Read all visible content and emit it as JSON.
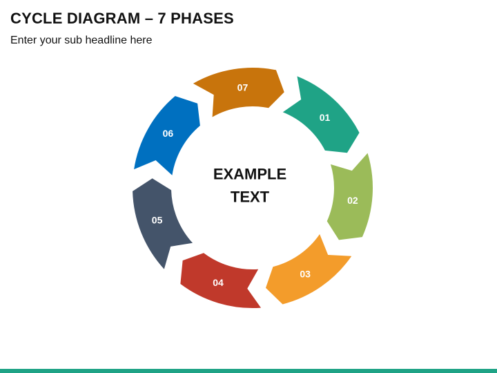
{
  "slide": {
    "title": "CYCLE DIAGRAM – 7 PHASES",
    "subtitle": "Enter your sub headline here"
  },
  "diagram": {
    "center_text_line1": "EXAMPLE",
    "center_text_line2": "TEXT",
    "phases": [
      {
        "label": "01",
        "color": "#1FA386"
      },
      {
        "label": "02",
        "color": "#9BBB59"
      },
      {
        "label": "03",
        "color": "#F39C2B"
      },
      {
        "label": "04",
        "color": "#C0392B"
      },
      {
        "label": "05",
        "color": "#44546A"
      },
      {
        "label": "06",
        "color": "#0070C0"
      },
      {
        "label": "07",
        "color": "#C8740C"
      }
    ]
  },
  "footer": {
    "bar_color": "#1FA386"
  }
}
